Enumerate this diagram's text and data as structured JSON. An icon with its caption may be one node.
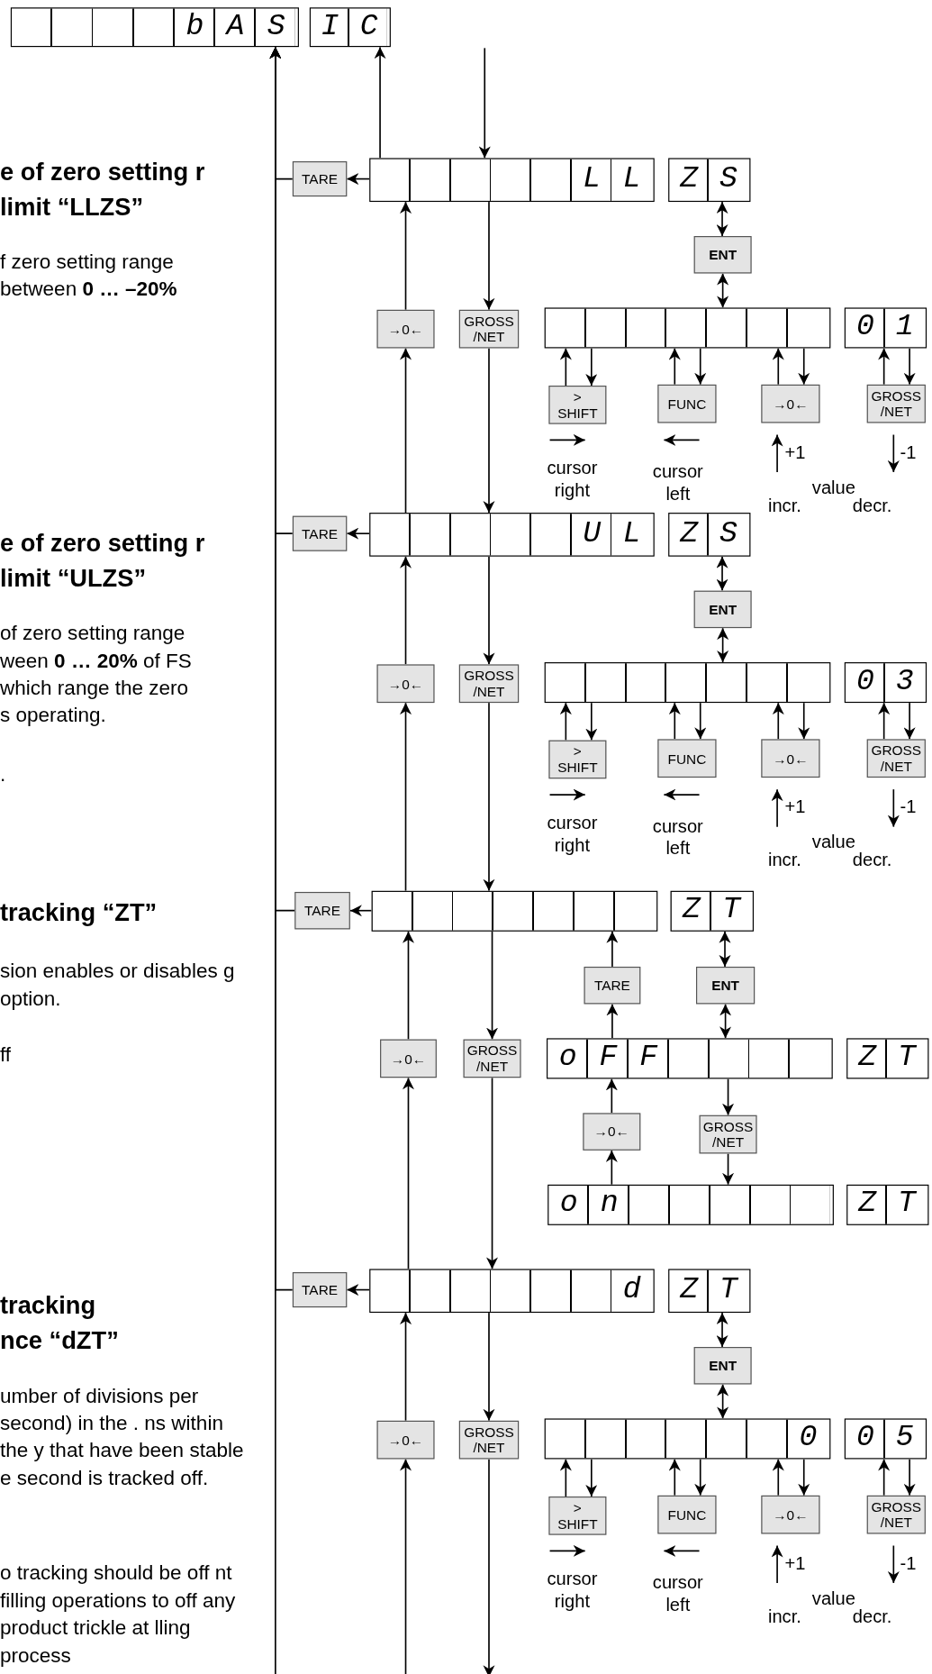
{
  "diagram": {
    "nodes": [
      {
        "text": [
          "bAS"
        ]
      },
      {
        "text": [
          "IC"
        ]
      },
      {
        "text": [
          "TARE"
        ]
      },
      {
        "text": [
          "LL"
        ]
      },
      {
        "text": [
          "ZS"
        ]
      },
      {
        "text": [
          "ENT"
        ]
      },
      {
        "text": [
          "→0←"
        ]
      },
      {
        "text": [
          "GROSS /NET"
        ]
      },
      {
        "text": [],
        "shape": "box"
      },
      {
        "text": [
          "01"
        ]
      },
      {
        "text": [
          "> SHIFT"
        ]
      },
      {
        "text": [
          "FUNC"
        ]
      },
      {
        "text": [
          "→0←"
        ]
      },
      {
        "text": [
          "GROSS /NET"
        ]
      },
      {
        "text": [
          "TARE"
        ]
      },
      {
        "text": [
          "UL"
        ]
      },
      {
        "text": [
          "ZS"
        ]
      },
      {
        "text": [
          "ENT"
        ]
      },
      {
        "text": [
          "→0←"
        ]
      },
      {
        "text": [
          "GROSS /NET"
        ]
      },
      {
        "text": [],
        "shape": "box"
      },
      {
        "text": [
          "03"
        ]
      },
      {
        "text": [
          "> SHIFT"
        ]
      },
      {
        "text": [
          "FUNC"
        ]
      },
      {
        "text": [
          "→0←"
        ]
      },
      {
        "text": [
          "GROSS /NET"
        ]
      },
      {
        "text": [
          "TARE"
        ]
      },
      {
        "text": [],
        "shape": "box"
      },
      {
        "text": [
          "ZT"
        ]
      },
      {
        "text": [
          "TARE"
        ]
      },
      {
        "text": [
          "ENT"
        ]
      },
      {
        "text": [
          "→0←"
        ]
      },
      {
        "text": [
          "GROSS /NET"
        ]
      },
      {
        "text": [
          "oFF"
        ]
      },
      {
        "text": [
          "ZT"
        ]
      },
      {
        "text": [
          "→0←"
        ]
      },
      {
        "text": [
          "GROSS /NET"
        ]
      },
      {
        "text": [
          "on"
        ]
      },
      {
        "text": [
          "ZT"
        ]
      },
      {
        "text": [
          "TARE"
        ]
      },
      {
        "text": [
          "d"
        ]
      },
      {
        "text": [
          "ZT"
        ]
      },
      {
        "text": [
          "ENT"
        ]
      },
      {
        "text": [
          "→0←"
        ]
      },
      {
        "text": [
          "GROSS /NET"
        ]
      },
      {
        "text": [
          "0"
        ]
      },
      {
        "text": [
          "05"
        ]
      },
      {
        "text": [
          "> SHIFT"
        ]
      },
      {
        "text": [
          "FUNC"
        ]
      },
      {
        "text": [
          "→0←"
        ]
      },
      {
        "text": [
          "GROSS /NET"
        ]
      }
    ],
    "edges": [
      {
        "from": null,
        "to": 0,
        "arrow": "to"
      },
      {
        "from": 2,
        "to": 0,
        "arrow": "to"
      },
      {
        "from": 14,
        "to": 0,
        "arrow": "to"
      },
      {
        "from": 26,
        "to": 0,
        "arrow": "to"
      },
      {
        "from": 39,
        "to": 0,
        "arrow": "to"
      },
      {
        "from": 3,
        "to": 1,
        "arrow": "to"
      },
      {
        "from": null,
        "to": 3,
        "arrow": "to"
      },
      {
        "from": 3,
        "to": 2,
        "arrow": "to"
      },
      {
        "from": 6,
        "to": 3,
        "arrow": "to"
      },
      {
        "from": 3,
        "to": 7,
        "arrow": "to"
      },
      {
        "from": 4,
        "to": 5,
        "arrow": "both"
      },
      {
        "from": 5,
        "to": 8,
        "arrow": "both"
      },
      {
        "from": 10,
        "to": 8,
        "arrow": "to"
      },
      {
        "from": 8,
        "to": 10,
        "arrow": "to"
      },
      {
        "from": 11,
        "to": 8,
        "arrow": "to"
      },
      {
        "from": 8,
        "to": 11,
        "arrow": "to"
      },
      {
        "from": 12,
        "to": 8,
        "arrow": "to"
      },
      {
        "from": 8,
        "to": 12,
        "arrow": "to"
      },
      {
        "from": 13,
        "to": 9,
        "arrow": "to"
      },
      {
        "from": 9,
        "to": 13,
        "arrow": "to"
      },
      {
        "from": 15,
        "to": 6,
        "arrow": "to"
      },
      {
        "from": 7,
        "to": 15,
        "arrow": "to"
      },
      {
        "from": 15,
        "to": 14,
        "arrow": "to"
      },
      {
        "from": 18,
        "to": 15,
        "arrow": "to"
      },
      {
        "from": 15,
        "to": 19,
        "arrow": "to"
      },
      {
        "from": 16,
        "to": 17,
        "arrow": "both"
      },
      {
        "from": 17,
        "to": 20,
        "arrow": "both"
      },
      {
        "from": 22,
        "to": 20,
        "arrow": "to"
      },
      {
        "from": 20,
        "to": 22,
        "arrow": "to"
      },
      {
        "from": 23,
        "to": 20,
        "arrow": "to"
      },
      {
        "from": 20,
        "to": 23,
        "arrow": "to"
      },
      {
        "from": 24,
        "to": 20,
        "arrow": "to"
      },
      {
        "from": 20,
        "to": 24,
        "arrow": "to"
      },
      {
        "from": 25,
        "to": 21,
        "arrow": "to"
      },
      {
        "from": 21,
        "to": 25,
        "arrow": "to"
      },
      {
        "from": 27,
        "to": 18,
        "arrow": "to"
      },
      {
        "from": 19,
        "to": 27,
        "arrow": "to"
      },
      {
        "from": 27,
        "to": 26,
        "arrow": "to"
      },
      {
        "from": 31,
        "to": 27,
        "arrow": "to"
      },
      {
        "from": 27,
        "to": 32,
        "arrow": "to"
      },
      {
        "from": 28,
        "to": 30,
        "arrow": "both"
      },
      {
        "from": 30,
        "to": 33,
        "arrow": "both"
      },
      {
        "from": 29,
        "to": 27,
        "arrow": "to"
      },
      {
        "from": 33,
        "to": 29,
        "arrow": "to"
      },
      {
        "from": 35,
        "to": 33,
        "arrow": "to"
      },
      {
        "from": 37,
        "to": 35,
        "arrow": "to"
      },
      {
        "from": 33,
        "to": 36,
        "arrow": "to"
      },
      {
        "from": 36,
        "to": 37,
        "arrow": "to"
      },
      {
        "from": 40,
        "to": 31,
        "arrow": "to"
      },
      {
        "from": 32,
        "to": 40,
        "arrow": "to"
      },
      {
        "from": 40,
        "to": 39,
        "arrow": "to"
      },
      {
        "from": 43,
        "to": 40,
        "arrow": "to"
      },
      {
        "from": 40,
        "to": 44,
        "arrow": "to"
      },
      {
        "from": 41,
        "to": 42,
        "arrow": "both"
      },
      {
        "from": 42,
        "to": 45,
        "arrow": "both"
      },
      {
        "from": 47,
        "to": 45,
        "arrow": "to"
      },
      {
        "from": 45,
        "to": 47,
        "arrow": "to"
      },
      {
        "from": 48,
        "to": 45,
        "arrow": "to"
      },
      {
        "from": 45,
        "to": 48,
        "arrow": "to"
      },
      {
        "from": 49,
        "to": 45,
        "arrow": "to"
      },
      {
        "from": 45,
        "to": 49,
        "arrow": "to"
      },
      {
        "from": 50,
        "to": 46,
        "arrow": "to"
      },
      {
        "from": 46,
        "to": 50,
        "arrow": "to"
      },
      {
        "from": null,
        "to": 43,
        "arrow": "to"
      },
      {
        "from": 44,
        "to": null,
        "arrow": "to"
      }
    ],
    "labels": [
      "e of zero setting r limit “LLZS”",
      "f zero setting range between **0 … –20%**",
      "cursor right",
      "cursor left",
      "+1",
      "-1",
      "value",
      "incr.",
      "decr.",
      "e of zero setting r limit “ULZS”",
      "of zero setting range ween **0 … 20%** of FS which range the zero s operating.",
      ".",
      "cursor right",
      "cursor left",
      "+1",
      "-1",
      "value",
      "incr.",
      "decr.",
      "tracking “ZT”",
      "sion enables or disables g option.",
      "ff",
      "tracking nce “dZT”",
      "umber of divisions per second) in the . ns within the y that have been stable e second is tracked off.",
      "o tracking should be off nt filling operations to off any product trickle at lling process",
      "cursor right",
      "cursor left",
      "+1",
      "-1",
      "value",
      "incr.",
      "decr."
    ]
  }
}
